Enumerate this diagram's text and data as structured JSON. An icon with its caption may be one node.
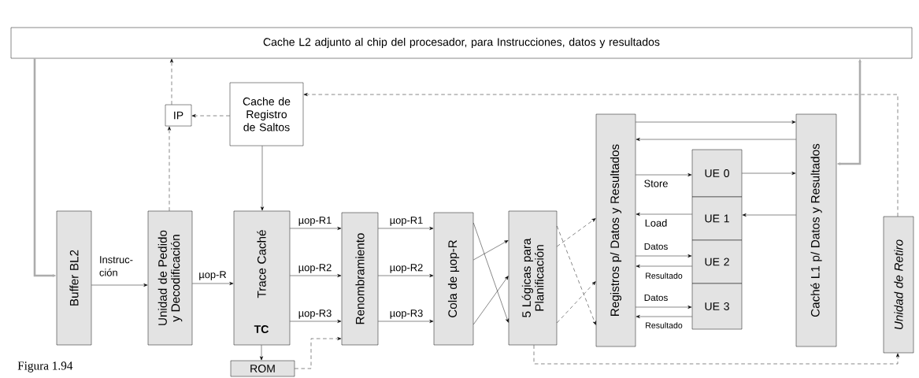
{
  "diagram": {
    "caption": "Figura 1.94",
    "nodes": [
      {
        "text": [
          "Cache L2 adjunto al chip del procesador,  para Instrucciones, datos y resultados"
        ]
      },
      {
        "text": [
          "IP"
        ]
      },
      {
        "text": [
          "Cache de Registro de Saltos"
        ]
      },
      {
        "text": [
          "Buffer BL2"
        ]
      },
      {
        "text": [
          "Unidad de Pedido y Decodificación"
        ]
      },
      {
        "text": [
          "Trace Caché",
          "TC"
        ]
      },
      {
        "text": [
          "ROM"
        ]
      },
      {
        "text": [
          "Renombramiento"
        ]
      },
      {
        "text": [
          "Cola de µop-R"
        ]
      },
      {
        "text": [
          "5 Lógicas para Planificación"
        ]
      },
      {
        "text": [
          "Registros p/ Datos y Resultados"
        ]
      },
      {
        "text": [
          "UE 0"
        ]
      },
      {
        "text": [
          "UE 1"
        ]
      },
      {
        "text": [
          "UE 2"
        ]
      },
      {
        "text": [
          "UE 3"
        ]
      },
      {
        "text": [
          "Caché L1 p/ Datos y Resultados"
        ]
      },
      {
        "text": [
          "Unidad de Retiro"
        ]
      }
    ],
    "edges": [
      {
        "from": 0,
        "to": 3,
        "arrow": "to",
        "style": "thick",
        "color": "#acacac"
      },
      {
        "from": 3,
        "to": 4,
        "arrow": "to",
        "label": "Instruc- ción"
      },
      {
        "from": 4,
        "to": 1,
        "arrow": "to",
        "style": "dashed"
      },
      {
        "from": 1,
        "to": 0,
        "arrow": "to",
        "style": "dashed"
      },
      {
        "from": 2,
        "to": 1,
        "arrow": "to",
        "style": "dashed"
      },
      {
        "from": 2,
        "to": 5,
        "arrow": "to"
      },
      {
        "from": 4,
        "to": 5,
        "arrow": "to",
        "label": "µop-R"
      },
      {
        "from": 5,
        "to": 7,
        "arrow": "to",
        "label": "µop-R1"
      },
      {
        "from": 5,
        "to": 7,
        "arrow": "to",
        "label": "µop-R2"
      },
      {
        "from": 5,
        "to": 7,
        "arrow": "to",
        "label": "µop-R3"
      },
      {
        "from": 5,
        "to": 6,
        "arrow": "to"
      },
      {
        "from": 6,
        "to": 7,
        "arrow": "to",
        "style": "dashed"
      },
      {
        "from": 7,
        "to": 8,
        "arrow": "to",
        "label": "µop-R1"
      },
      {
        "from": 7,
        "to": 8,
        "arrow": "to",
        "label": "µop-R2"
      },
      {
        "from": 7,
        "to": 8,
        "arrow": "to",
        "label": "µop-R3"
      },
      {
        "from": 8,
        "to": 9,
        "arrow": "to"
      },
      {
        "from": 8,
        "to": 9,
        "arrow": "to"
      },
      {
        "from": 8,
        "to": 9,
        "arrow": "to"
      },
      {
        "from": 9,
        "to": 10,
        "arrow": "to",
        "style": "dashed"
      },
      {
        "from": 9,
        "to": 10,
        "arrow": "to",
        "style": "dashed"
      },
      {
        "from": 9,
        "to": 10,
        "arrow": "to",
        "style": "dashed"
      },
      {
        "from": 9,
        "to": 16,
        "arrow": "to",
        "style": "dashed"
      },
      {
        "from": 16,
        "to": 2,
        "arrow": "to",
        "style": "dashed"
      },
      {
        "from": 10,
        "to": 15,
        "arrow": "to"
      },
      {
        "from": 15,
        "to": 10,
        "arrow": "to"
      },
      {
        "from": 10,
        "to": 11,
        "arrow": "to",
        "label": "Store"
      },
      {
        "from": 12,
        "to": 10,
        "arrow": "to",
        "label": "Load"
      },
      {
        "from": 10,
        "to": 13,
        "arrow": "to",
        "label": "Datos"
      },
      {
        "from": 13,
        "to": 10,
        "arrow": "to",
        "label": "Resultado"
      },
      {
        "from": 10,
        "to": 14,
        "arrow": "to",
        "label": "Datos"
      },
      {
        "from": 14,
        "to": 10,
        "arrow": "to",
        "label": "Resultado"
      },
      {
        "from": 11,
        "to": 15,
        "arrow": "to"
      },
      {
        "from": 15,
        "to": 12,
        "arrow": "to"
      },
      {
        "from": 15,
        "to": 0,
        "arrow": "both",
        "style": "thick",
        "color": "#acacac"
      }
    ]
  }
}
